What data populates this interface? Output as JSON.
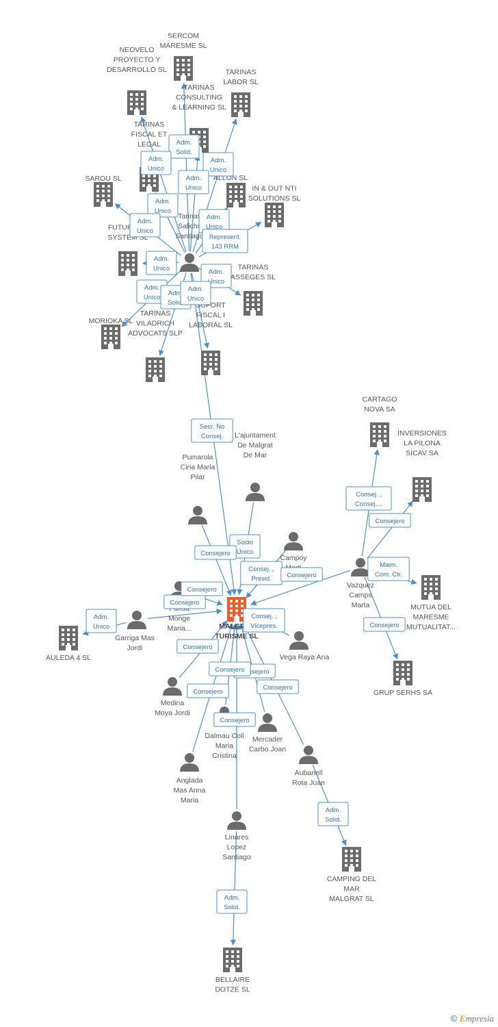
{
  "colors": {
    "edge": "#4a90d9",
    "company": "#6b6b6b",
    "person": "#6b6b6b",
    "center": "#f15a24"
  },
  "nodes": [
    {
      "id": "center",
      "type": "center",
      "lines": [
        "MALGRAT",
        "TURISME SL"
      ],
      "icon": "building-icon"
    },
    {
      "id": "tarinas",
      "type": "person",
      "lines": [
        "Tarinas",
        "Salichs",
        "Santiago"
      ],
      "icon": "person-icon"
    },
    {
      "id": "sercom",
      "type": "company",
      "lines": [
        "SERCOM",
        "MARESME SL"
      ],
      "icon": "building-icon"
    },
    {
      "id": "neovelo",
      "type": "company",
      "lines": [
        "NEOVELO",
        "PROYECTO Y",
        "DESARROLLO SL"
      ],
      "icon": "building-icon"
    },
    {
      "id": "tlabor",
      "type": "company",
      "lines": [
        "TARINAS",
        "LABOR SL"
      ],
      "icon": "building-icon"
    },
    {
      "id": "tconsult",
      "type": "company",
      "lines": [
        "TARINAS",
        "CONSULTING",
        "& LEARNING SL"
      ],
      "icon": "building-icon"
    },
    {
      "id": "tfiscal",
      "type": "company",
      "lines": [
        "TARINAS",
        "FISCAL ET",
        "LEGAL"
      ],
      "icon": "building-icon"
    },
    {
      "id": "fallon",
      "type": "company",
      "lines": [
        "E",
        "ALLON SL"
      ],
      "icon": "building-icon"
    },
    {
      "id": "inout",
      "type": "company",
      "lines": [
        "IN & OUT NTI",
        "SOLUTIONS  SL"
      ],
      "icon": "building-icon"
    },
    {
      "id": "sarou",
      "type": "company",
      "lines": [
        "SAROU SL"
      ],
      "icon": "building-icon"
    },
    {
      "id": "futur",
      "type": "company",
      "lines": [
        "FUTURPRO",
        "SYSTEM SL"
      ],
      "icon": "building-icon"
    },
    {
      "id": "tasseges",
      "type": "company",
      "lines": [
        "TARINAS",
        "ASSEGES  SL"
      ],
      "icon": "building-icon"
    },
    {
      "id": "morioka",
      "type": "company",
      "lines": [
        "MORIOKA SL"
      ],
      "icon": "building-icon"
    },
    {
      "id": "tvila",
      "type": "company",
      "lines": [
        "TARINAS",
        "VILADRICH",
        "ADVOCATS  SLP"
      ],
      "icon": "building-icon"
    },
    {
      "id": "suport",
      "type": "company",
      "lines": [
        "SUPORT",
        "FISCAL I",
        "LABORAL SL"
      ],
      "icon": "building-icon"
    },
    {
      "id": "ajunt",
      "type": "person",
      "lines": [
        "L'ajuntament",
        "De Malgrat",
        "De Mar"
      ],
      "icon": "person-icon"
    },
    {
      "id": "pumarola",
      "type": "person",
      "lines": [
        "Pumarola",
        "Ciria Maria",
        "Pilar"
      ],
      "icon": "person-icon"
    },
    {
      "id": "campoy",
      "type": "person",
      "lines": [
        "Campoy",
        "Marti"
      ],
      "icon": "person-icon"
    },
    {
      "id": "cartago",
      "type": "company",
      "lines": [
        "CARTAGO",
        "NOVA SA"
      ],
      "icon": "building-icon"
    },
    {
      "id": "pilona",
      "type": "company",
      "lines": [
        "INVERSIONES",
        "LA PILONA",
        "SICAV SA"
      ],
      "icon": "building-icon"
    },
    {
      "id": "vazquez",
      "type": "person",
      "lines": [
        "Vazquez",
        "Camps",
        "Marta"
      ],
      "icon": "person-icon"
    },
    {
      "id": "mutua",
      "type": "company",
      "lines": [
        "MUTUA DEL",
        "MARESME",
        "MUTUALITAT..."
      ],
      "icon": "building-icon"
    },
    {
      "id": "serhs",
      "type": "company",
      "lines": [
        "GRUP SERHS SA"
      ],
      "icon": "building-icon"
    },
    {
      "id": "auleda",
      "type": "company",
      "lines": [
        "AULEDA 4 SL"
      ],
      "icon": "building-icon"
    },
    {
      "id": "garriga",
      "type": "person",
      "lines": [
        "Garriga Mas",
        "Jordi"
      ],
      "icon": "person-icon"
    },
    {
      "id": "ponsa",
      "type": "person",
      "lines": [
        "Ponsa",
        "Monge",
        "Maria..."
      ],
      "icon": "person-icon"
    },
    {
      "id": "vega",
      "type": "person",
      "lines": [
        "Vega Raya Ana"
      ],
      "icon": "person-icon"
    },
    {
      "id": "medina",
      "type": "person",
      "lines": [
        "Medina",
        "Moya Jordi"
      ],
      "icon": "person-icon"
    },
    {
      "id": "dalmau",
      "type": "person",
      "lines": [
        "Dalmau Coll",
        "Maria",
        "Cristina"
      ],
      "icon": "person-icon"
    },
    {
      "id": "mercader",
      "type": "person",
      "lines": [
        "Mercader",
        "Carbo Joan"
      ],
      "icon": "person-icon"
    },
    {
      "id": "aubanell",
      "type": "person",
      "lines": [
        "Aubanell",
        "Rota Juan"
      ],
      "icon": "person-icon"
    },
    {
      "id": "anglada",
      "type": "person",
      "lines": [
        "Anglada",
        "Mas Anna",
        "Maria"
      ],
      "icon": "person-icon"
    },
    {
      "id": "camping",
      "type": "company",
      "lines": [
        "CAMPING DEL",
        "MAR",
        "MALGRAT  SL"
      ],
      "icon": "building-icon"
    },
    {
      "id": "linares",
      "type": "person",
      "lines": [
        "Linares",
        "Lopez",
        "Santiago"
      ],
      "icon": "person-icon"
    },
    {
      "id": "bellaire",
      "type": "company",
      "lines": [
        "BELLAIRE",
        "DOTZE SL"
      ],
      "icon": "building-icon"
    }
  ],
  "edges": [
    {
      "from": "tarinas",
      "to": "sercom",
      "label": [
        "Adm.",
        "Solid."
      ]
    },
    {
      "from": "tarinas",
      "to": "neovelo",
      "label": [
        "Adm.",
        "Unico"
      ]
    },
    {
      "from": "tarinas",
      "to": "tlabor",
      "label": [
        "Adm.",
        "Unico"
      ]
    },
    {
      "from": "tarinas",
      "to": "tconsult",
      "label": [
        "Adm.",
        "Unico"
      ]
    },
    {
      "from": "tarinas",
      "to": "tfiscal",
      "label": [
        "Adm.",
        "Unico"
      ]
    },
    {
      "from": "tarinas",
      "to": "fallon",
      "label": [
        "Adm.",
        "Unico"
      ]
    },
    {
      "from": "tarinas",
      "to": "inout",
      "label": [
        "Represent.",
        "143 RRM"
      ]
    },
    {
      "from": "tarinas",
      "to": "sarou",
      "label": [
        "Adm.",
        "Unico"
      ]
    },
    {
      "from": "tarinas",
      "to": "futur",
      "label": [
        "Adm.",
        "Unico"
      ]
    },
    {
      "from": "tarinas",
      "to": "tasseges",
      "label": [
        "Adm.",
        "Unico"
      ]
    },
    {
      "from": "tarinas",
      "to": "morioka",
      "label": [
        "Adm.",
        "Unico"
      ]
    },
    {
      "from": "tarinas",
      "to": "tvila",
      "label": [
        "Adm.",
        "Solid."
      ]
    },
    {
      "from": "tarinas",
      "to": "suport",
      "label": [
        "Adm.",
        "Unico"
      ]
    },
    {
      "from": "tarinas",
      "to": "center",
      "label": [
        "Secr.  No",
        "Consej."
      ]
    },
    {
      "from": "ajunt",
      "to": "center",
      "label": [
        "Socio",
        "Único"
      ]
    },
    {
      "from": "pumarola",
      "to": "center",
      "label": [
        "Consejero"
      ]
    },
    {
      "from": "campoy",
      "to": "center",
      "label": [
        "Consej. ,",
        "Presid."
      ]
    },
    {
      "from": "vazquez",
      "to": "center",
      "label": [
        "Consejero"
      ]
    },
    {
      "from": "vazquez",
      "to": "cartago",
      "label": [
        "Consej. ,",
        "Consej...."
      ]
    },
    {
      "from": "vazquez",
      "to": "pilona",
      "label": [
        "Consejero"
      ]
    },
    {
      "from": "vazquez",
      "to": "mutua",
      "label": [
        "Miem.",
        "Com. Ctr."
      ]
    },
    {
      "from": "vazquez",
      "to": "serhs",
      "label": [
        "Consejero"
      ]
    },
    {
      "from": "garriga",
      "to": "auleda",
      "label": [
        "Adm.",
        "Unico"
      ]
    },
    {
      "from": "garriga",
      "to": "center",
      "label": [
        "Consejero"
      ]
    },
    {
      "from": "ponsa",
      "to": "center",
      "label": [
        "Consejero"
      ]
    },
    {
      "from": "vega",
      "to": "center",
      "label": [
        "Consej. ,",
        "Vicepres."
      ]
    },
    {
      "from": "medina",
      "to": "center",
      "label": [
        "Consejero"
      ]
    },
    {
      "from": "dalmau",
      "to": "center",
      "label": [
        "Consejero"
      ]
    },
    {
      "from": "mercader",
      "to": "center",
      "label": [
        "Consejero"
      ]
    },
    {
      "from": "aubanell",
      "to": "center",
      "label": [
        "Consejero"
      ]
    },
    {
      "from": "anglada",
      "to": "center",
      "label": [
        "Consejero"
      ]
    },
    {
      "from": "aubanell",
      "to": "camping",
      "label": [
        "Adm.",
        "Solid."
      ]
    },
    {
      "from": "linares",
      "to": "center",
      "label": [
        "Consejero"
      ]
    },
    {
      "from": "linares",
      "to": "bellaire",
      "label": [
        "Adm.",
        "Solid."
      ]
    }
  ],
  "footer": {
    "copyright": "©",
    "brand_initial": "E",
    "brand_rest": "mpresia"
  }
}
